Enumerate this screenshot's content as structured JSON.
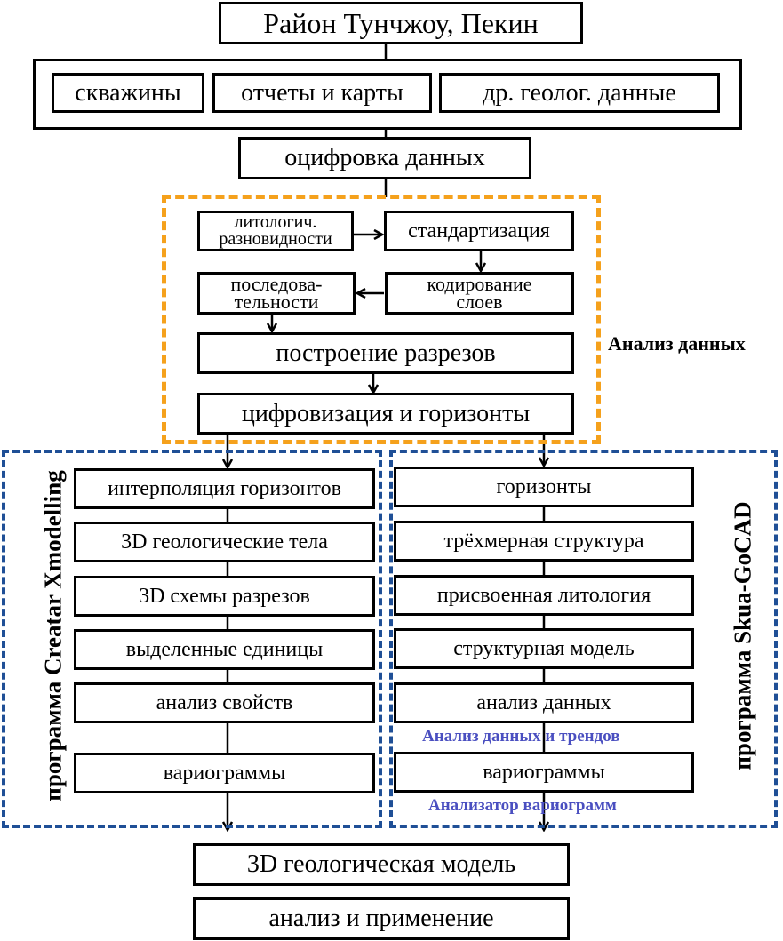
{
  "title": "Район Тунчжоу, Пекин",
  "sources": [
    "скважины",
    "отчеты и карты",
    "др. геолог. данные"
  ],
  "digitize": "оцифровка данных",
  "analysis": {
    "label": "Анализ данных",
    "lithology": [
      "литологич.",
      "разновидности"
    ],
    "standardization": "стандартизация",
    "sequences": [
      "последова-",
      "тельности"
    ],
    "coding": [
      "кодирование",
      "слоев"
    ],
    "sections": "построение разрезов",
    "digitization": "цифровизация и горизонты"
  },
  "left_program": {
    "label": "программа  Creatar Xmodelling",
    "steps": [
      "интерполяция горизонтов",
      "3D геологические тела",
      "3D схемы разрезов",
      "выделенные единицы",
      "анализ свойств",
      "вариограммы"
    ]
  },
  "right_program": {
    "label": "программа  Skua-GoCAD",
    "steps": [
      "горизонты",
      "трёхмерная структура",
      "присвоенная литология",
      "структурная модель",
      "анализ данных",
      "вариограммы"
    ],
    "note_trend": "Анализ данных и трендов",
    "note_variogram": "Анализатор вариограмм"
  },
  "outputs": [
    "3D геологическая модель",
    "анализ и применение"
  ],
  "colors": {
    "analysis_border": "#F5A11C",
    "program_border": "#1F4F96",
    "note_text": "#4A4FC0"
  }
}
